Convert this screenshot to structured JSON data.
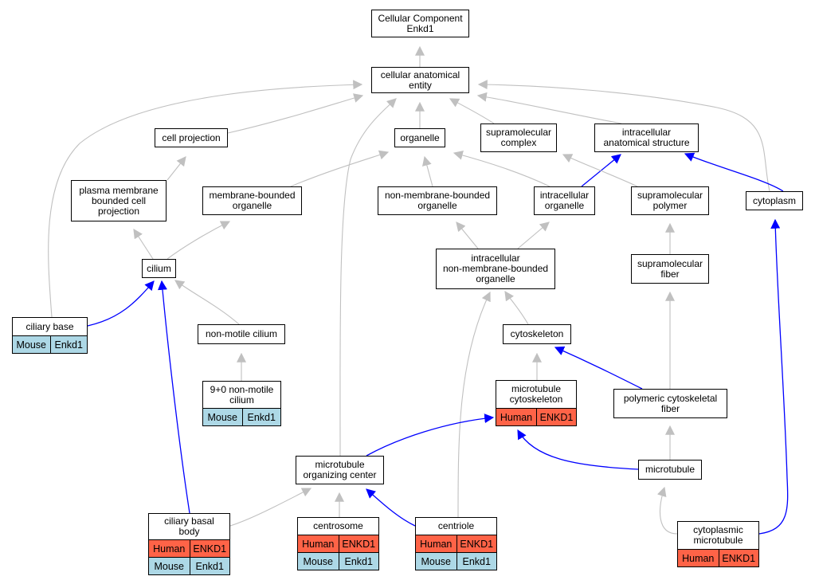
{
  "colors": {
    "is_a_edge": "#c0c0c0",
    "part_of_edge": "#0000ff",
    "human": "#ff6347",
    "mouse": "#add8e6"
  },
  "nodes": {
    "root": {
      "label": "Cellular Component\nEnkd1"
    },
    "cae": {
      "label": "cellular anatomical\nentity"
    },
    "cellproj": {
      "label": "cell projection"
    },
    "organelle": {
      "label": "organelle"
    },
    "supcomplex": {
      "label": "supramolecular\ncomplex"
    },
    "ias": {
      "label": "intracellular\nanatomical structure"
    },
    "pmbcp": {
      "label": "plasma membrane\nbounded cell\nprojection"
    },
    "mbo": {
      "label": "membrane-bounded\norganelle"
    },
    "nmbo": {
      "label": "non-membrane-bounded\norganelle"
    },
    "intraorg": {
      "label": "intracellular\norganelle"
    },
    "suppoly": {
      "label": "supramolecular\npolymer"
    },
    "cytoplasm": {
      "label": "cytoplasm"
    },
    "cilium": {
      "label": "cilium"
    },
    "inmbo": {
      "label": "intracellular\nnon-membrane-bounded\norganelle"
    },
    "supfiber": {
      "label": "supramolecular\nfiber"
    },
    "ciliarybase": {
      "label": "ciliary base",
      "mouse": {
        "species": "Mouse",
        "gene": "Enkd1"
      }
    },
    "nonmotile": {
      "label": "non-motile cilium"
    },
    "cytoskeleton": {
      "label": "cytoskeleton"
    },
    "nine0": {
      "label": "9+0 non-motile\ncilium",
      "mouse": {
        "species": "Mouse",
        "gene": "Enkd1"
      }
    },
    "mtcyto": {
      "label": "microtubule\ncytoskeleton",
      "human": {
        "species": "Human",
        "gene": "ENKD1"
      }
    },
    "pcf": {
      "label": "polymeric cytoskeletal\nfiber"
    },
    "mtoc": {
      "label": "microtubule\norganizing center"
    },
    "microtubule": {
      "label": "microtubule"
    },
    "cbb": {
      "label": "ciliary basal\nbody",
      "human": {
        "species": "Human",
        "gene": "ENKD1"
      },
      "mouse": {
        "species": "Mouse",
        "gene": "Enkd1"
      }
    },
    "centrosome": {
      "label": "centrosome",
      "human": {
        "species": "Human",
        "gene": "ENKD1"
      },
      "mouse": {
        "species": "Mouse",
        "gene": "Enkd1"
      }
    },
    "centriole": {
      "label": "centriole",
      "human": {
        "species": "Human",
        "gene": "ENKD1"
      },
      "mouse": {
        "species": "Mouse",
        "gene": "Enkd1"
      }
    },
    "cytomt": {
      "label": "cytoplasmic\nmicrotubule",
      "human": {
        "species": "Human",
        "gene": "ENKD1"
      }
    }
  },
  "edges": [
    {
      "from": "cae",
      "to": "root",
      "type": "is_a"
    },
    {
      "from": "cellproj",
      "to": "cae",
      "type": "is_a"
    },
    {
      "from": "organelle",
      "to": "cae",
      "type": "is_a"
    },
    {
      "from": "supcomplex",
      "to": "cae",
      "type": "is_a"
    },
    {
      "from": "ias",
      "to": "cae",
      "type": "is_a"
    },
    {
      "from": "cytoplasm",
      "to": "cae",
      "type": "is_a"
    },
    {
      "from": "ciliarybase",
      "to": "cae",
      "type": "is_a"
    },
    {
      "from": "mtoc",
      "to": "cae",
      "type": "is_a"
    },
    {
      "from": "pmbcp",
      "to": "cellproj",
      "type": "is_a"
    },
    {
      "from": "mbo",
      "to": "organelle",
      "type": "is_a"
    },
    {
      "from": "nmbo",
      "to": "organelle",
      "type": "is_a"
    },
    {
      "from": "intraorg",
      "to": "organelle",
      "type": "is_a"
    },
    {
      "from": "intraorg",
      "to": "ias",
      "type": "part_of"
    },
    {
      "from": "suppoly",
      "to": "supcomplex",
      "type": "is_a"
    },
    {
      "from": "cytoplasm",
      "to": "ias",
      "type": "part_of"
    },
    {
      "from": "cilium",
      "to": "pmbcp",
      "type": "is_a"
    },
    {
      "from": "cilium",
      "to": "mbo",
      "type": "is_a"
    },
    {
      "from": "inmbo",
      "to": "nmbo",
      "type": "is_a"
    },
    {
      "from": "inmbo",
      "to": "intraorg",
      "type": "is_a"
    },
    {
      "from": "supfiber",
      "to": "suppoly",
      "type": "is_a"
    },
    {
      "from": "ciliarybase",
      "to": "cilium",
      "type": "part_of"
    },
    {
      "from": "nonmotile",
      "to": "cilium",
      "type": "is_a"
    },
    {
      "from": "cbb",
      "to": "cilium",
      "type": "part_of"
    },
    {
      "from": "cytoskeleton",
      "to": "inmbo",
      "type": "is_a"
    },
    {
      "from": "centriole",
      "to": "inmbo",
      "type": "is_a"
    },
    {
      "from": "pcf",
      "to": "supfiber",
      "type": "is_a"
    },
    {
      "from": "nine0",
      "to": "nonmotile",
      "type": "is_a"
    },
    {
      "from": "mtcyto",
      "to": "cytoskeleton",
      "type": "is_a"
    },
    {
      "from": "pcf",
      "to": "cytoskeleton",
      "type": "part_of"
    },
    {
      "from": "microtubule",
      "to": "pcf",
      "type": "is_a"
    },
    {
      "from": "mtoc",
      "to": "mtcyto",
      "type": "part_of"
    },
    {
      "from": "microtubule",
      "to": "mtcyto",
      "type": "part_of"
    },
    {
      "from": "cbb",
      "to": "mtoc",
      "type": "is_a"
    },
    {
      "from": "centrosome",
      "to": "mtoc",
      "type": "is_a"
    },
    {
      "from": "centriole",
      "to": "mtoc",
      "type": "part_of"
    },
    {
      "from": "cytomt",
      "to": "microtubule",
      "type": "is_a"
    },
    {
      "from": "cytomt",
      "to": "cytoplasm",
      "type": "part_of"
    }
  ]
}
